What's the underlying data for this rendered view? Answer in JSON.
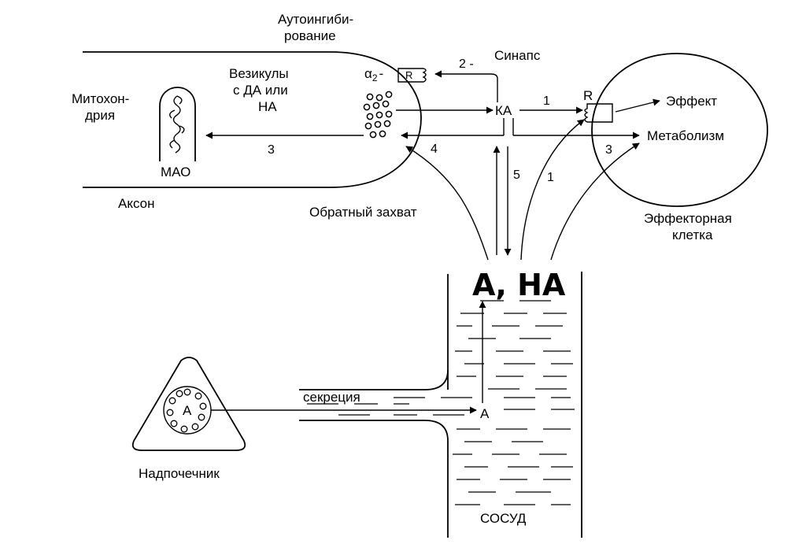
{
  "labels": {
    "autoinhibition_line1": "Аутоингиби-",
    "autoinhibition_line2": "рование",
    "synapse": "Синапс",
    "vesicles_line1": "Везикулы",
    "vesicles_line2": "с  ДА или",
    "vesicles_line3": "НА",
    "mitochondria_line1": "Митохон-",
    "mitochondria_line2": "дрия",
    "mao": "МАО",
    "axon": "Аксон",
    "reuptake": "Обратный захват",
    "effector_cell_line1": "Эффекторная",
    "effector_cell_line2": "клетка",
    "effect": "Эффект",
    "metabolism": "Метаболизм",
    "ka": "КА",
    "alpha2": "α",
    "alpha2_sub": "2",
    "alpha2_dash": "-",
    "receptor_auto": "R",
    "receptor_effector": "R",
    "adrenal": "Надпочечник",
    "adrenal_cell": "А",
    "secretion": "секреция",
    "vessel": "СОСУД",
    "vessel_a": "А",
    "vessel_top": "А, НА"
  },
  "pathways": {
    "p1_upper": "1",
    "p1_lower": "1",
    "p2": "2 -",
    "p3_left": "3",
    "p3_right": "3",
    "p4": "4",
    "p5": "5"
  }
}
